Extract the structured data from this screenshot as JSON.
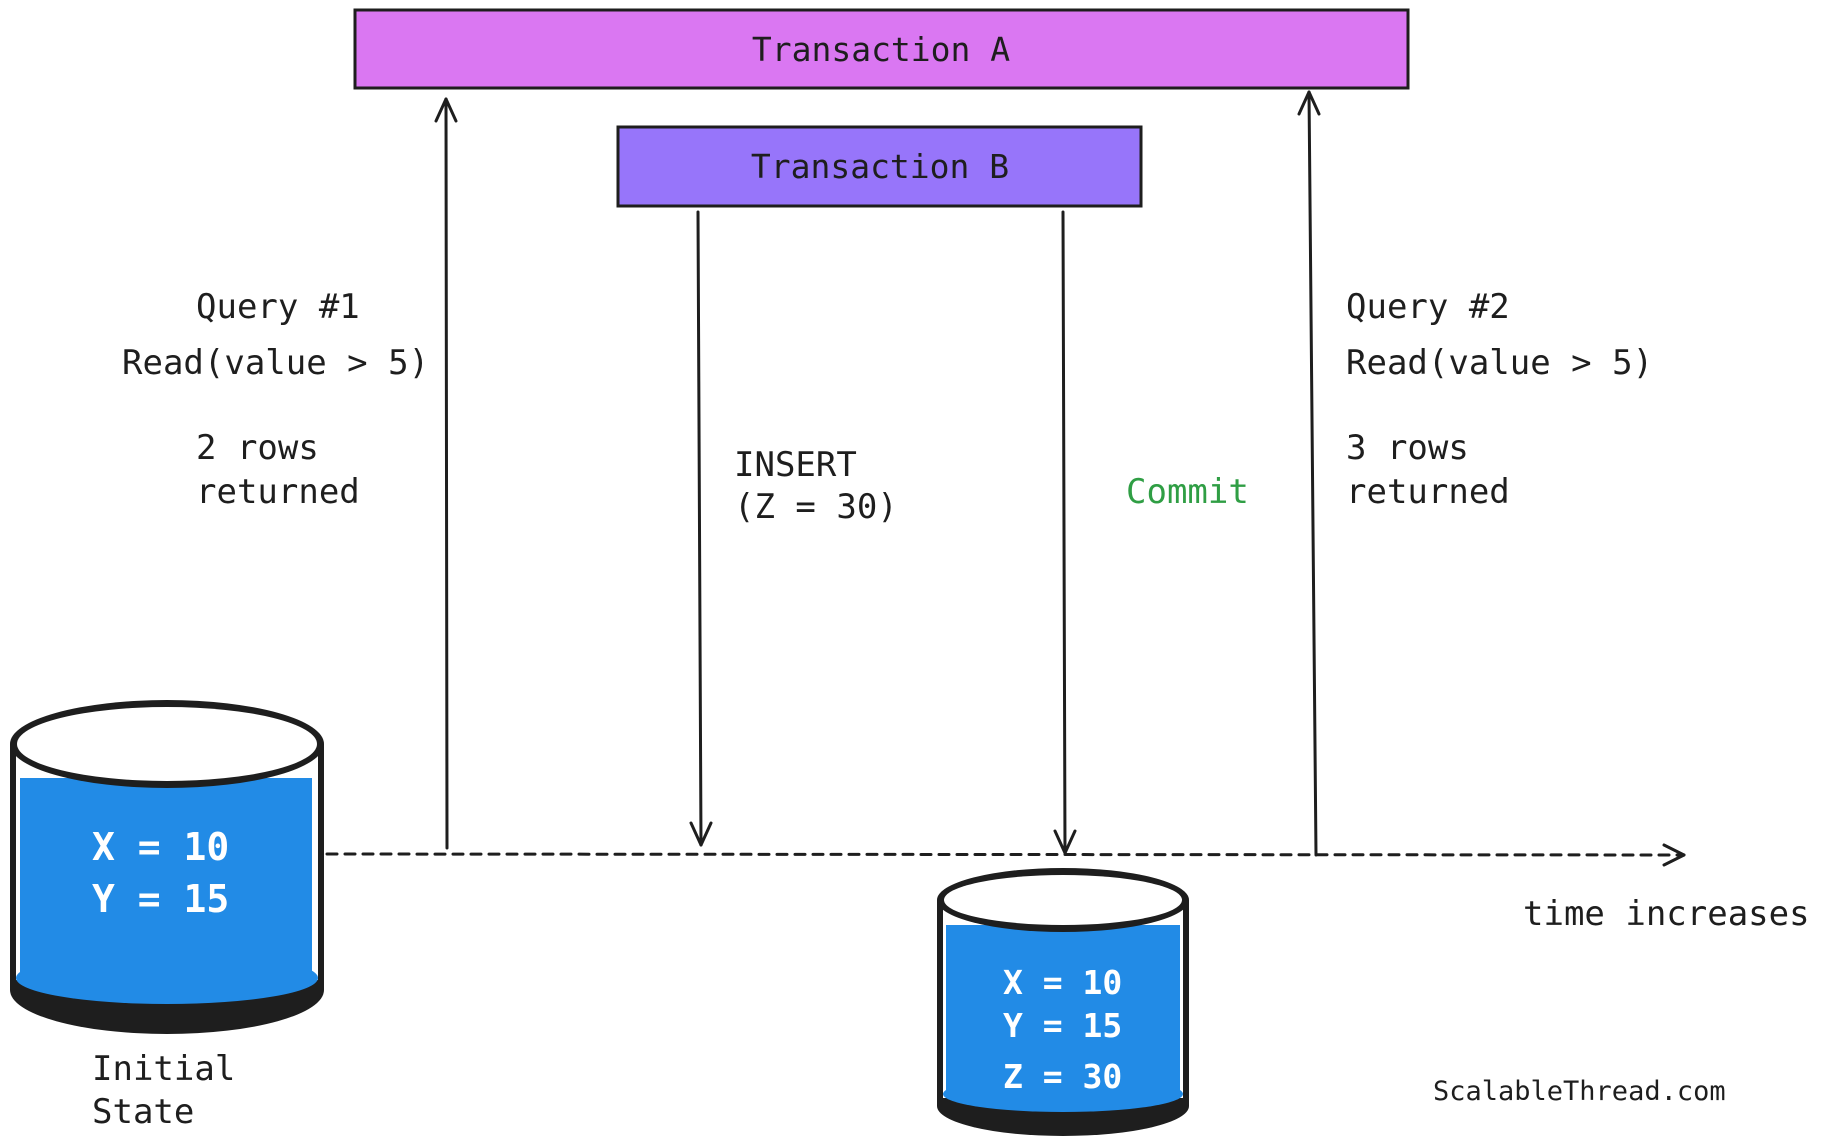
{
  "transaction_a": {
    "label": "Transaction A"
  },
  "transaction_b": {
    "label": "Transaction B"
  },
  "query1": {
    "title": "Query #1",
    "operation": "Read(value > 5)",
    "result_line1": "2 rows",
    "result_line2": "returned"
  },
  "insert": {
    "line1": "INSERT",
    "line2": "(Z = 30)"
  },
  "commit": {
    "label": "Commit",
    "color": "#2f9e44"
  },
  "query2": {
    "title": "Query #2",
    "operation": "Read(value > 5)",
    "result_line1": "3 rows",
    "result_line2": "returned"
  },
  "timeline": {
    "label": "time increases"
  },
  "initial_db": {
    "rows": [
      "X = 10",
      "Y = 15"
    ],
    "caption_line1": "Initial",
    "caption_line2": "State"
  },
  "final_db": {
    "rows": [
      "X = 10",
      "Y = 15",
      "Z = 30"
    ]
  },
  "watermark": "ScalableThread.com",
  "colors": {
    "transaction_a": "#da77f2",
    "transaction_b": "#9775fa",
    "database_fill": "#228be6",
    "stroke": "#1e1e1e"
  }
}
